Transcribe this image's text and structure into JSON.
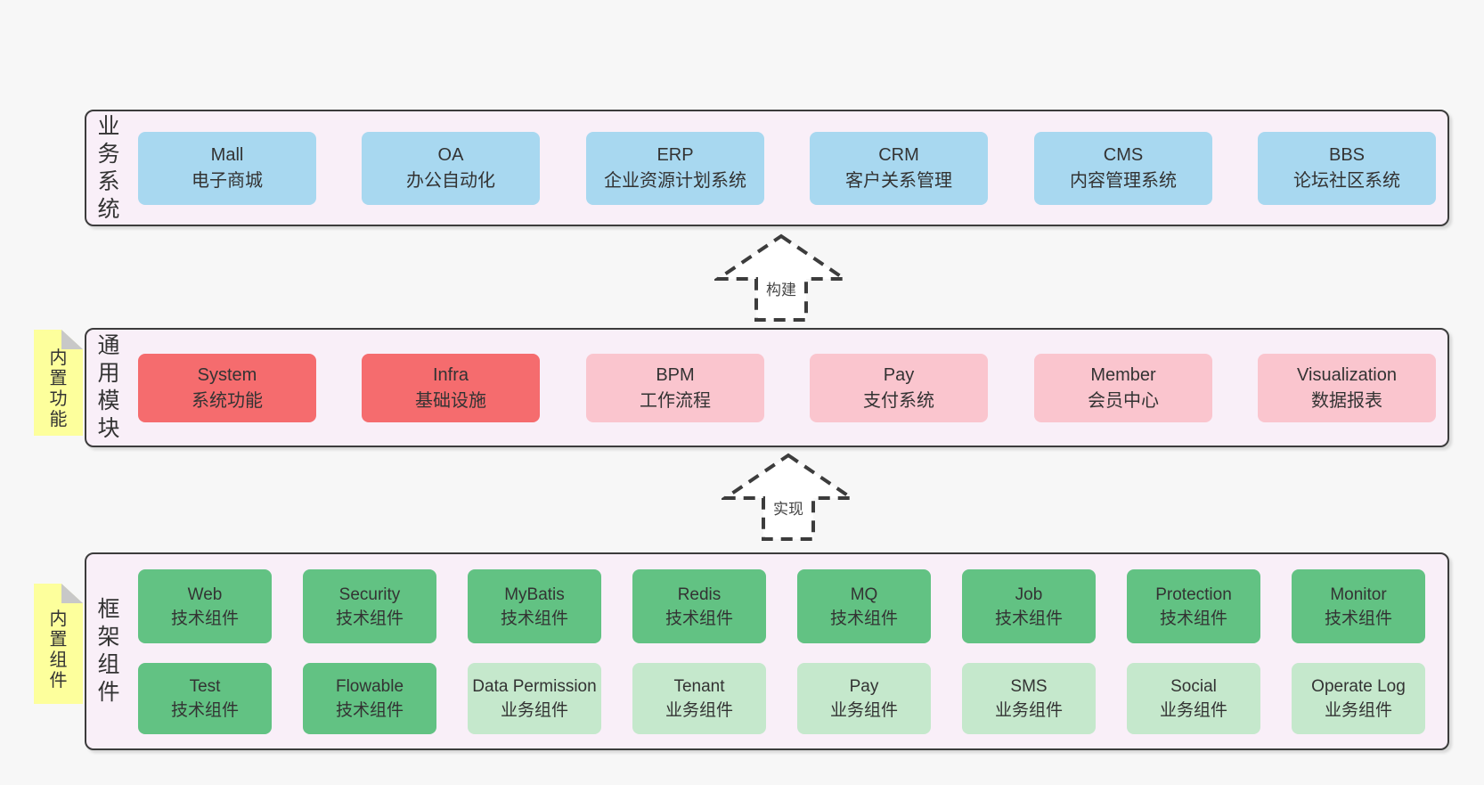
{
  "colors": {
    "page_bg": "#f7f7f7",
    "panel_bg": "#f9eff8",
    "panel_border": "#3c3c3c",
    "business_box": "#a8d8f0",
    "module_core_box": "#f56c6e",
    "module_box": "#fac5ce",
    "tech_component_box": "#62c283",
    "biz_component_box": "#c5e8cc",
    "note_bg": "#fdff9c",
    "note_fold": "#c8c8c8",
    "text": "#333333"
  },
  "arrows": {
    "build": {
      "label": "构建"
    },
    "implement": {
      "label": "实现"
    }
  },
  "sections": {
    "business": {
      "label": "业务系统",
      "items": [
        {
          "name": "Mall",
          "desc": "电子商城"
        },
        {
          "name": "OA",
          "desc": "办公自动化"
        },
        {
          "name": "ERP",
          "desc": "企业资源计划系统"
        },
        {
          "name": "CRM",
          "desc": "客户关系管理"
        },
        {
          "name": "CMS",
          "desc": "内容管理系统"
        },
        {
          "name": "BBS",
          "desc": "论坛社区系统"
        }
      ]
    },
    "modules": {
      "label": "通用模块",
      "note": "内置功能",
      "items": [
        {
          "name": "System",
          "desc": "系统功能",
          "variant": "red"
        },
        {
          "name": "Infra",
          "desc": "基础设施",
          "variant": "red"
        },
        {
          "name": "BPM",
          "desc": "工作流程",
          "variant": "pink"
        },
        {
          "name": "Pay",
          "desc": "支付系统",
          "variant": "pink"
        },
        {
          "name": "Member",
          "desc": "会员中心",
          "variant": "pink"
        },
        {
          "name": "Visualization",
          "desc": "数据报表",
          "variant": "pink"
        }
      ]
    },
    "framework": {
      "label": "框架组件",
      "note": "内置组件",
      "rows": [
        [
          {
            "name": "Web",
            "desc": "技术组件",
            "variant": "dark-green"
          },
          {
            "name": "Security",
            "desc": "技术组件",
            "variant": "dark-green"
          },
          {
            "name": "MyBatis",
            "desc": "技术组件",
            "variant": "dark-green"
          },
          {
            "name": "Redis",
            "desc": "技术组件",
            "variant": "dark-green"
          },
          {
            "name": "MQ",
            "desc": "技术组件",
            "variant": "dark-green"
          },
          {
            "name": "Job",
            "desc": "技术组件",
            "variant": "dark-green"
          },
          {
            "name": "Protection",
            "desc": "技术组件",
            "variant": "dark-green"
          },
          {
            "name": "Monitor",
            "desc": "技术组件",
            "variant": "dark-green"
          }
        ],
        [
          {
            "name": "Test",
            "desc": "技术组件",
            "variant": "dark-green"
          },
          {
            "name": "Flowable",
            "desc": "技术组件",
            "variant": "dark-green"
          },
          {
            "name": "Data Permission",
            "desc": "业务组件",
            "variant": "light-green"
          },
          {
            "name": "Tenant",
            "desc": "业务组件",
            "variant": "light-green"
          },
          {
            "name": "Pay",
            "desc": "业务组件",
            "variant": "light-green"
          },
          {
            "name": "SMS",
            "desc": "业务组件",
            "variant": "light-green"
          },
          {
            "name": "Social",
            "desc": "业务组件",
            "variant": "light-green"
          },
          {
            "name": "Operate Log",
            "desc": "业务组件",
            "variant": "light-green"
          }
        ]
      ]
    }
  }
}
